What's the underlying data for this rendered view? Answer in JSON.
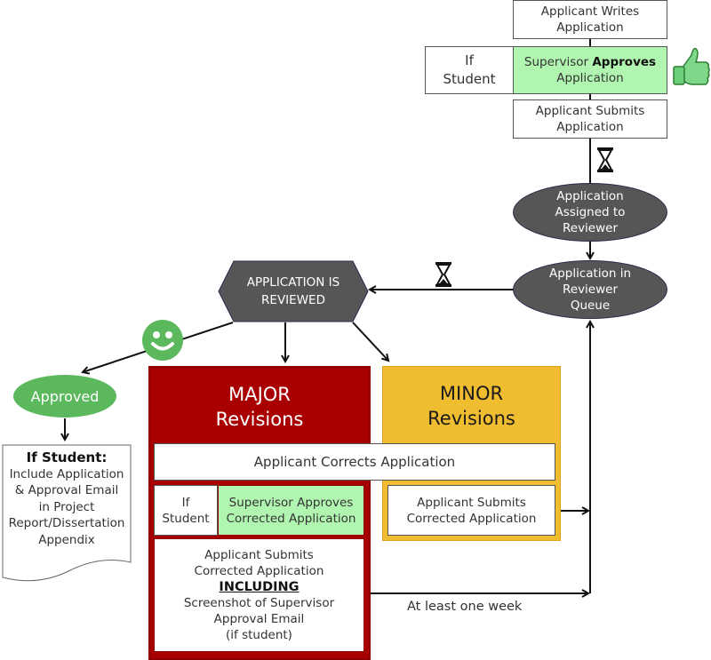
{
  "steps": {
    "writes": [
      "Applicant Writes",
      "Application"
    ],
    "if_student": [
      "If",
      "Student"
    ],
    "approves_prefix": "Supervisor ",
    "approves_bold": "Approves",
    "approves_line2": "Application",
    "submits": [
      "Applicant Submits",
      "Application"
    ],
    "assigned": [
      "Application",
      "Assigned to",
      "Reviewer"
    ],
    "queue": [
      "Application in",
      "Reviewer",
      "Queue"
    ],
    "reviewed": [
      "APPLICATION IS",
      "REVIEWED"
    ],
    "approved": "Approved",
    "doc_title": "If Student:",
    "doc_lines": [
      "Include Application",
      "& Approval Email",
      "in Project",
      "Report/Dissertation",
      "Appendix"
    ]
  },
  "major": {
    "heading": [
      "MAJOR",
      "Revisions"
    ],
    "if_student": [
      "If",
      "Student"
    ],
    "supervisor": [
      "Supervisor Approves",
      "Corrected Application"
    ],
    "submit_lines": [
      "Applicant Submits",
      "Corrected Application"
    ],
    "including": "INCLUDING",
    "submit_tail": [
      "Screenshot of Supervisor",
      "Approval Email",
      "(if student)"
    ]
  },
  "minor": {
    "heading": [
      "MINOR",
      "Revisions"
    ],
    "submit": [
      "Applicant Submits",
      "Corrected Application"
    ]
  },
  "shared": {
    "corrects": "Applicant Corrects Application"
  },
  "labels": {
    "wait": "At least one week"
  },
  "icons": {
    "thumbs_up": "thumbs-up-icon",
    "smiley": "smiley-icon",
    "hourglass": "hourglass-icon"
  },
  "colors": {
    "major": "#a80000",
    "minor": "#f0bd30",
    "approve_green": "#b0f5b0",
    "approved_node": "#5cb85c",
    "node_dark": "#565656"
  }
}
